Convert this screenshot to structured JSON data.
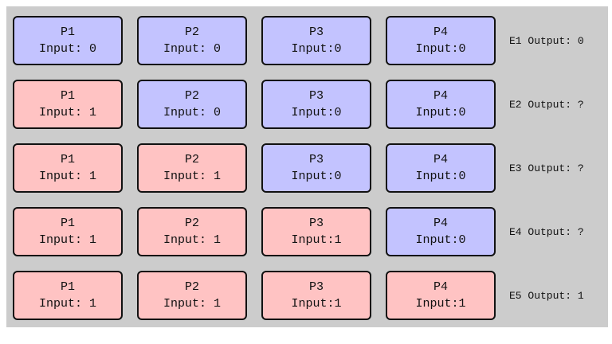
{
  "colors": {
    "input_zero": "#c3c3ff",
    "input_one": "#ffc3c3",
    "background": "#cccccc"
  },
  "rows": [
    {
      "cells": [
        {
          "name": "P1",
          "input": "Input: 0",
          "value": 0
        },
        {
          "name": "P2",
          "input": "Input: 0",
          "value": 0
        },
        {
          "name": "P3",
          "input": "Input:0",
          "value": 0
        },
        {
          "name": "P4",
          "input": "Input:0",
          "value": 0
        }
      ],
      "output": "E1 Output: 0"
    },
    {
      "cells": [
        {
          "name": "P1",
          "input": "Input: 1",
          "value": 1
        },
        {
          "name": "P2",
          "input": "Input: 0",
          "value": 0
        },
        {
          "name": "P3",
          "input": "Input:0",
          "value": 0
        },
        {
          "name": "P4",
          "input": "Input:0",
          "value": 0
        }
      ],
      "output": "E2 Output: ?"
    },
    {
      "cells": [
        {
          "name": "P1",
          "input": "Input: 1",
          "value": 1
        },
        {
          "name": "P2",
          "input": "Input: 1",
          "value": 1
        },
        {
          "name": "P3",
          "input": "Input:0",
          "value": 0
        },
        {
          "name": "P4",
          "input": "Input:0",
          "value": 0
        }
      ],
      "output": "E3 Output: ?"
    },
    {
      "cells": [
        {
          "name": "P1",
          "input": "Input: 1",
          "value": 1
        },
        {
          "name": "P2",
          "input": "Input: 1",
          "value": 1
        },
        {
          "name": "P3",
          "input": "Input:1",
          "value": 1
        },
        {
          "name": "P4",
          "input": "Input:0",
          "value": 0
        }
      ],
      "output": "E4 Output: ?"
    },
    {
      "cells": [
        {
          "name": "P1",
          "input": "Input: 1",
          "value": 1
        },
        {
          "name": "P2",
          "input": "Input: 1",
          "value": 1
        },
        {
          "name": "P3",
          "input": "Input:1",
          "value": 1
        },
        {
          "name": "P4",
          "input": "Input:1",
          "value": 1
        }
      ],
      "output": "E5 Output: 1"
    }
  ]
}
